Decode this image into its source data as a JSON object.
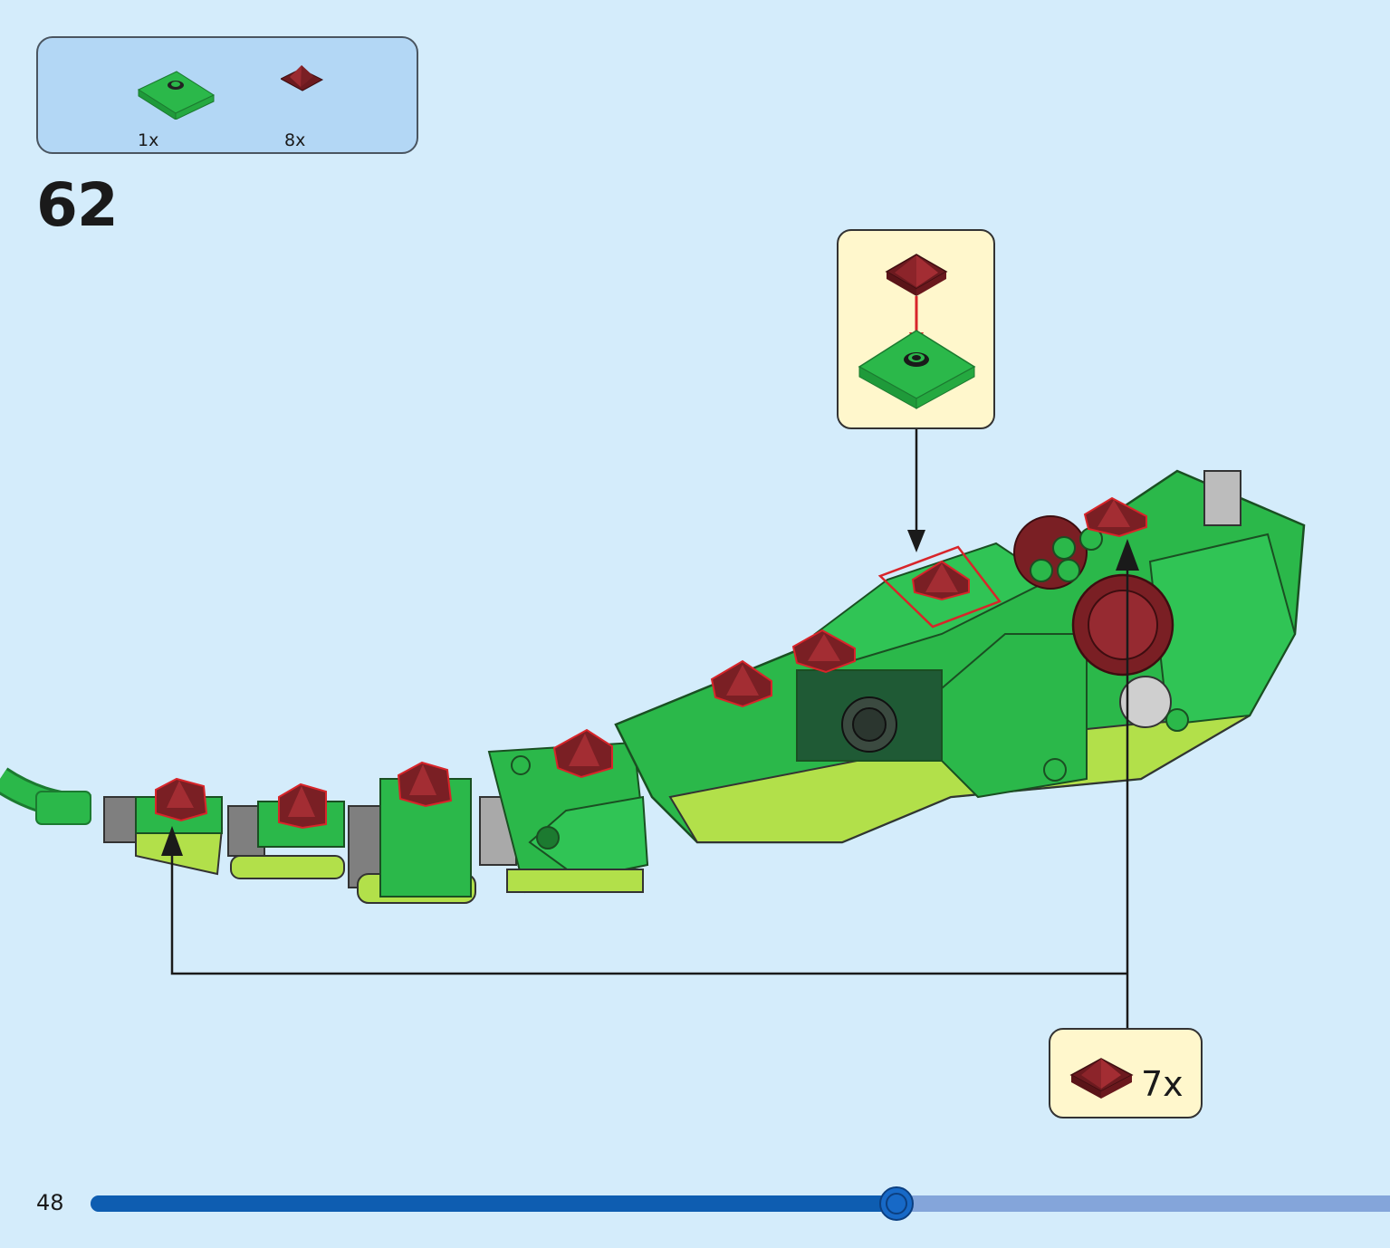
{
  "parts_list": {
    "items": [
      {
        "icon": "green-plate-with-stud-icon",
        "qty": "1x"
      },
      {
        "icon": "dark-red-slope-tile-icon",
        "qty": "8x"
      }
    ]
  },
  "step": {
    "number": "62"
  },
  "callout_bottom": {
    "qty": "7x",
    "icon": "dark-red-slope-tile-icon"
  },
  "footer": {
    "page_number": "48",
    "progress": 0.62
  },
  "colors": {
    "background": "#d4ecfb",
    "parts_box": "#b3d7f5",
    "callout": "#fff7cc",
    "brick_green": "#2bb84a",
    "brick_lime": "#b2e04a",
    "brick_dark_red": "#7a1f24",
    "highlight_red": "#d8252a",
    "progress_fill": "#0e5db1",
    "progress_track": "#84a5da"
  }
}
